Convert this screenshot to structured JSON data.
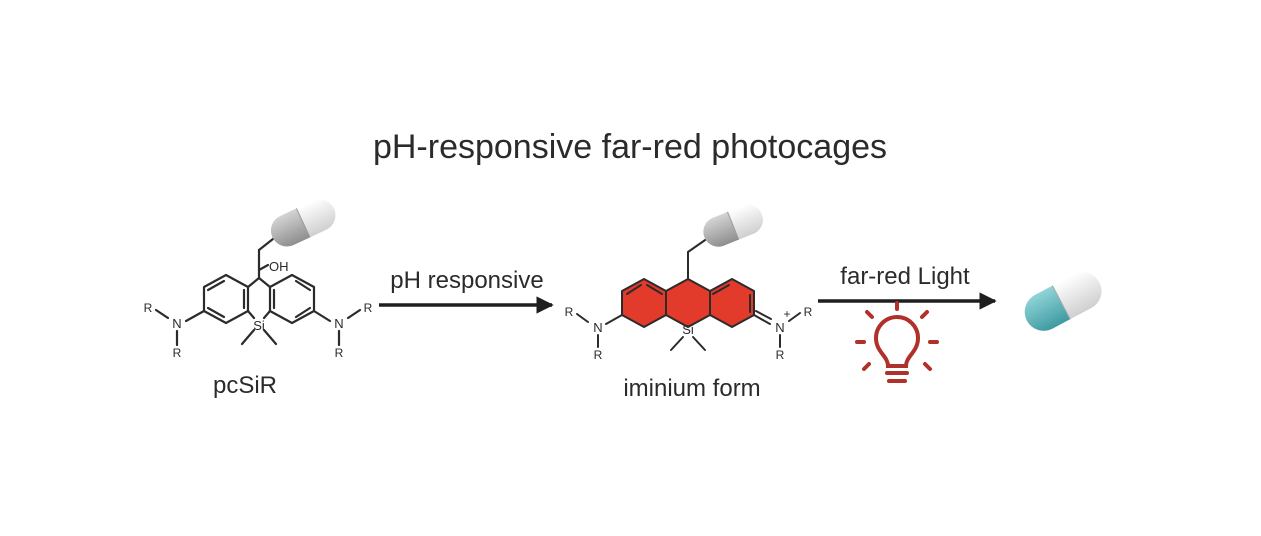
{
  "title": "pH-responsive far-red photocages",
  "molecule_left": {
    "name": "pcSiR",
    "oh_label": "OH",
    "si_label": "Si",
    "n_label": "N",
    "r_label": "R"
  },
  "arrow_1": {
    "label": "pH responsive"
  },
  "molecule_right": {
    "name": "iminium form",
    "si_label": "Si",
    "n_label": "N",
    "r_label": "R",
    "charge_label": "+"
  },
  "arrow_2": {
    "label": "far-red Light"
  },
  "colors": {
    "xanthene_red": "#e23a2b",
    "bulb_red": "#b0302a",
    "capsule_gray": "#b8b8b8",
    "capsule_light": "#ececec",
    "capsule_teal": "#5fb7bd",
    "ink": "#2b2b2b"
  },
  "icons": [
    "drug-capsule-icon",
    "light-bulb-icon",
    "released-drug-capsule-icon"
  ]
}
